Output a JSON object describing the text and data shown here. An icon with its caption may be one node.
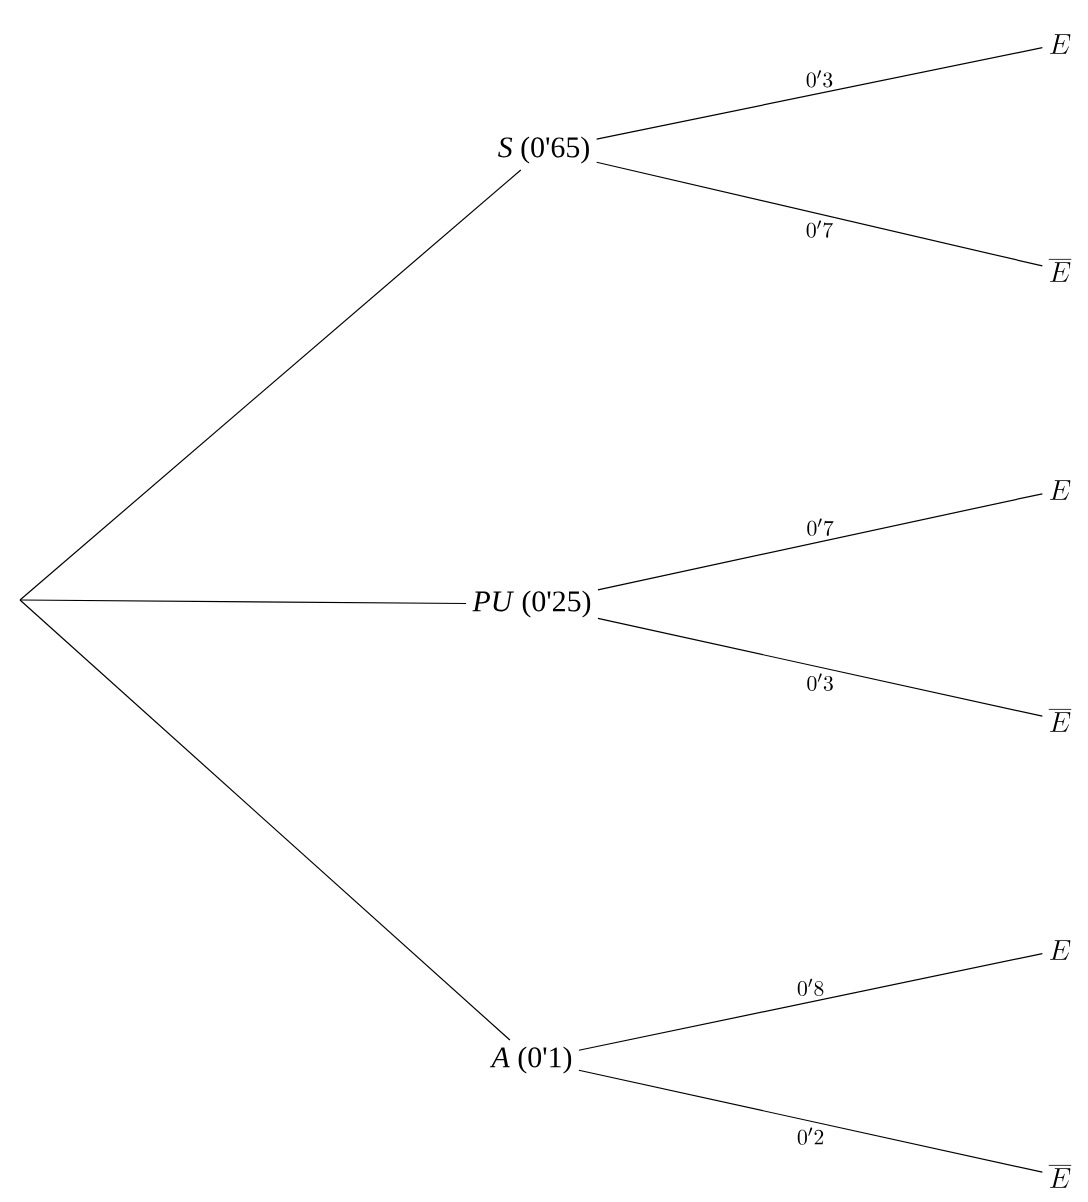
{
  "diagram": {
    "nodes": [
      {
        "text": [
          "*S* (0'65)"
        ]
      },
      {
        "text": [
          "E"
        ]
      },
      {
        "text": [
          "\\overline{E}"
        ]
      },
      {
        "text": [
          "*PU* (0'25)"
        ]
      },
      {
        "text": [
          "E"
        ]
      },
      {
        "text": [
          "\\overline{E}"
        ]
      },
      {
        "text": [
          "*A* (0'1)"
        ]
      },
      {
        "text": [
          "E"
        ]
      },
      {
        "text": [
          "\\overline{E}"
        ]
      }
    ],
    "edges": [
      {
        "from": null,
        "to": 0,
        "arrow": "none"
      },
      {
        "from": null,
        "to": 3,
        "arrow": "none"
      },
      {
        "from": null,
        "to": 6,
        "arrow": "none"
      },
      {
        "from": 0,
        "to": 1,
        "arrow": "none",
        "label": "0'3"
      },
      {
        "from": 0,
        "to": 2,
        "arrow": "none",
        "label": "0'7"
      },
      {
        "from": 3,
        "to": 4,
        "arrow": "none",
        "label": "0'7"
      },
      {
        "from": 3,
        "to": 5,
        "arrow": "none",
        "label": "0'3"
      },
      {
        "from": 6,
        "to": 7,
        "arrow": "none",
        "label": "0'8"
      },
      {
        "from": 6,
        "to": 8,
        "arrow": "none",
        "label": "0'2"
      }
    ]
  }
}
